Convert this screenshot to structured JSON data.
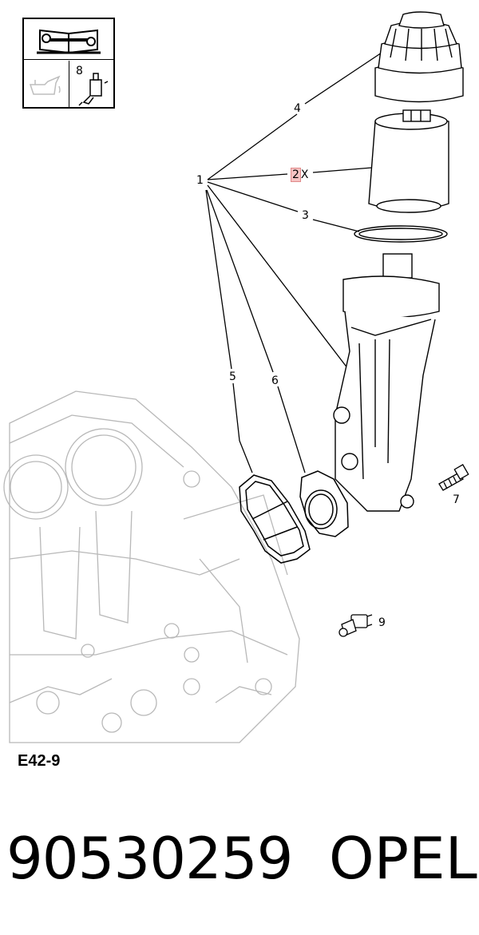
{
  "legend": {
    "manual_icon": "book-wrench-icon",
    "oil_can_icon": "oil-can-icon",
    "sensor_icon": "sensor-icon",
    "sensor_label": "8"
  },
  "callouts": {
    "c1": "1",
    "c2": "2",
    "c2_mult": "X",
    "c3": "3",
    "c4": "4",
    "c5": "5",
    "c6": "6",
    "c7": "7",
    "c9": "9"
  },
  "diagram_code": "E42-9",
  "part_number": "90530259",
  "brand": "OPEL",
  "colors": {
    "highlight": "#f6c2c2",
    "line": "#000000",
    "faded_line": "#bdbdbd"
  }
}
